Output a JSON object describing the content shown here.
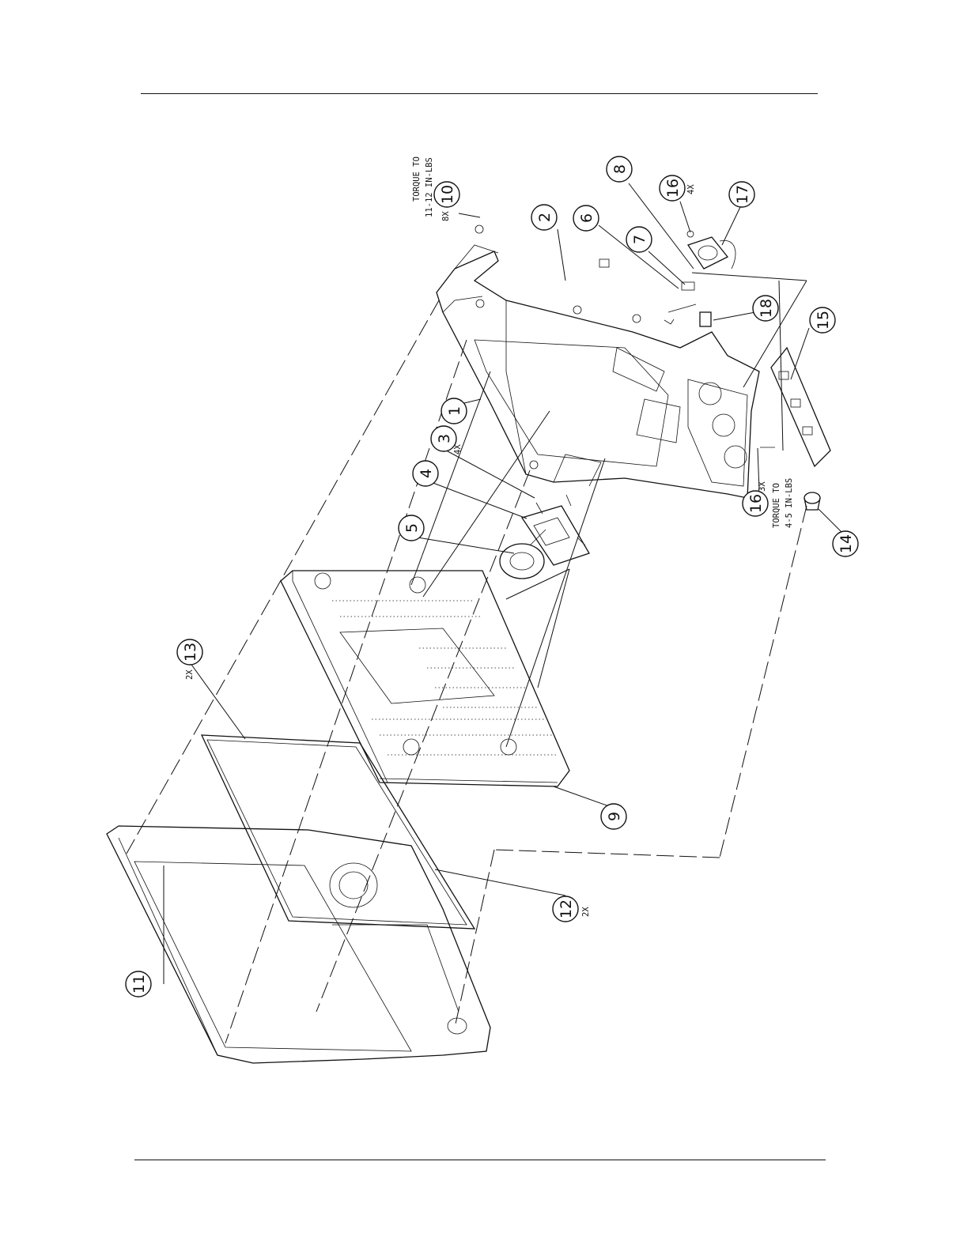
{
  "callouts": [
    {
      "id": "1"
    },
    {
      "id": "2"
    },
    {
      "id": "3"
    },
    {
      "id": "4"
    },
    {
      "id": "5"
    },
    {
      "id": "6"
    },
    {
      "id": "7"
    },
    {
      "id": "8"
    },
    {
      "id": "9"
    },
    {
      "id": "10"
    },
    {
      "id": "11"
    },
    {
      "id": "12"
    },
    {
      "id": "13"
    },
    {
      "id": "14"
    },
    {
      "id": "15"
    },
    {
      "id": "16"
    },
    {
      "id": "16"
    },
    {
      "id": "17"
    },
    {
      "id": "18"
    }
  ],
  "notes": {
    "torque_top_line1": "TORQUE TO",
    "torque_top_line2": "11-12 IN-LBS",
    "qty_10": "8X",
    "qty_3": "4X",
    "qty_16_upper": "4X",
    "qty_16_lower": "3X",
    "torque_bottom_line1": "TORQUE TO",
    "torque_bottom_line2": "4-5 IN-LBS",
    "qty_12": "2X",
    "qty_13": "2X"
  }
}
